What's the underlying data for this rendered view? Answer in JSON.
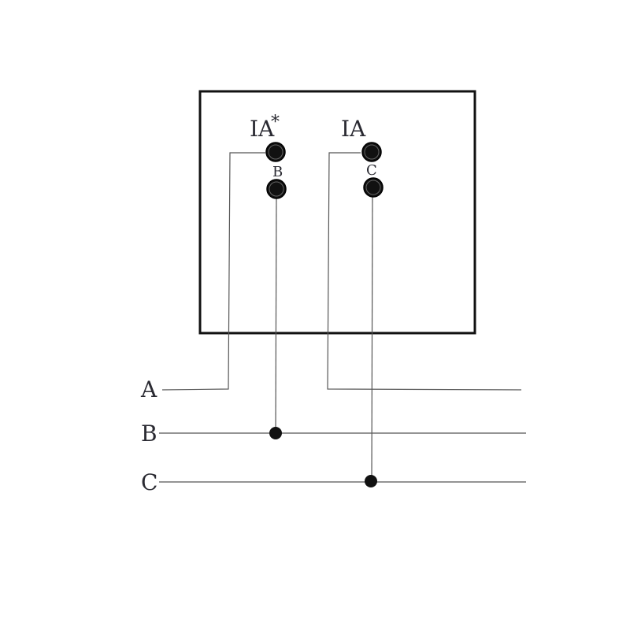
{
  "meter": {
    "left_label": "IA",
    "left_star": "*",
    "left_sub_label": "B",
    "right_label": "IA",
    "right_sub_label": "C"
  },
  "lines": {
    "a": "A",
    "b": "B",
    "c": "C"
  },
  "colors": {
    "stroke": "#111111",
    "text": "#2a2a32",
    "wire": "#555555"
  }
}
